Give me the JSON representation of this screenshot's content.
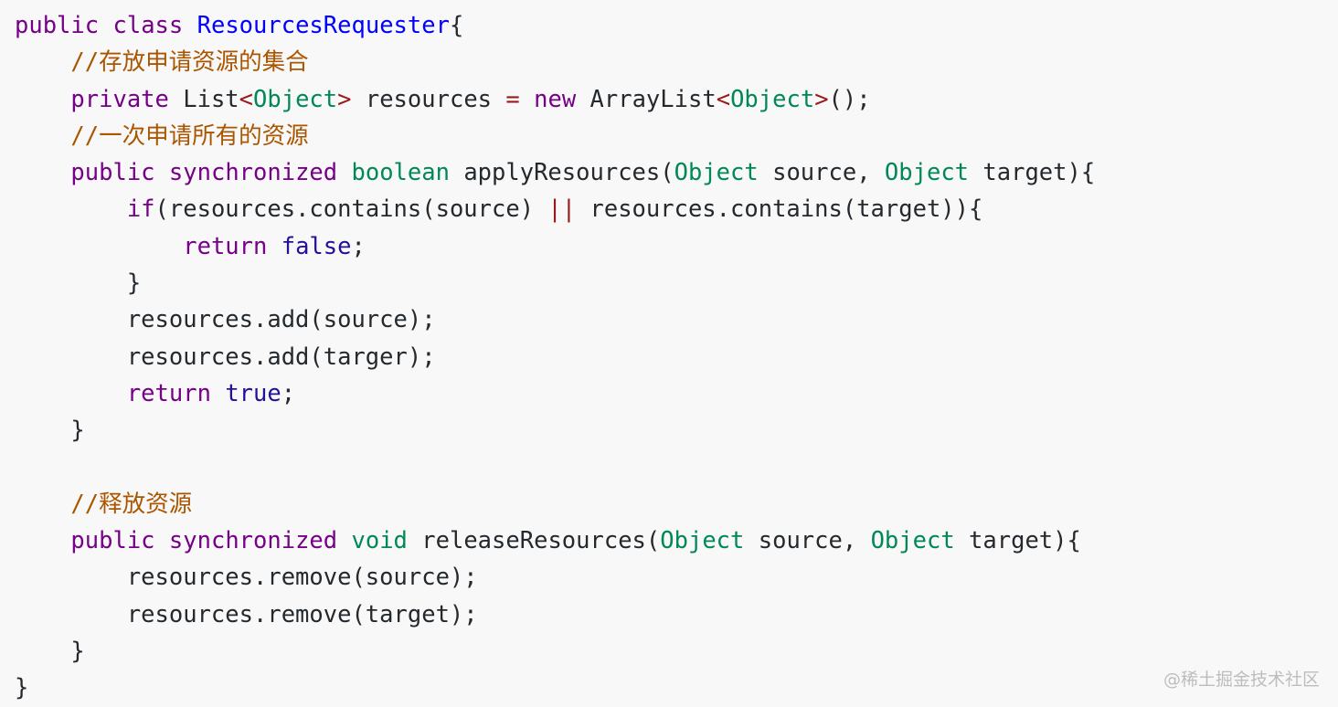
{
  "code": {
    "lines": [
      [
        {
          "t": "public",
          "k": "kw"
        },
        {
          "t": " ",
          "k": "plain"
        },
        {
          "t": "class",
          "k": "kw"
        },
        {
          "t": " ",
          "k": "plain"
        },
        {
          "t": "ResourcesRequester",
          "k": "cls"
        },
        {
          "t": "{",
          "k": "plain"
        }
      ],
      [
        {
          "t": "    ",
          "k": "plain"
        },
        {
          "t": "//存放申请资源的集合",
          "k": "cm"
        }
      ],
      [
        {
          "t": "    ",
          "k": "plain"
        },
        {
          "t": "private",
          "k": "kw"
        },
        {
          "t": " List",
          "k": "plain"
        },
        {
          "t": "<",
          "k": "op"
        },
        {
          "t": "Object",
          "k": "type"
        },
        {
          "t": ">",
          "k": "op"
        },
        {
          "t": " resources ",
          "k": "plain"
        },
        {
          "t": "=",
          "k": "op"
        },
        {
          "t": " ",
          "k": "plain"
        },
        {
          "t": "new",
          "k": "kw"
        },
        {
          "t": " ArrayList",
          "k": "plain"
        },
        {
          "t": "<",
          "k": "op"
        },
        {
          "t": "Object",
          "k": "type"
        },
        {
          "t": ">",
          "k": "op"
        },
        {
          "t": "();",
          "k": "plain"
        }
      ],
      [
        {
          "t": "    ",
          "k": "plain"
        },
        {
          "t": "//一次申请所有的资源",
          "k": "cm"
        }
      ],
      [
        {
          "t": "    ",
          "k": "plain"
        },
        {
          "t": "public",
          "k": "kw"
        },
        {
          "t": " ",
          "k": "plain"
        },
        {
          "t": "synchronized",
          "k": "kw"
        },
        {
          "t": " ",
          "k": "plain"
        },
        {
          "t": "boolean",
          "k": "type"
        },
        {
          "t": " applyResources(",
          "k": "plain"
        },
        {
          "t": "Object",
          "k": "type"
        },
        {
          "t": " source, ",
          "k": "plain"
        },
        {
          "t": "Object",
          "k": "type"
        },
        {
          "t": " target){",
          "k": "plain"
        }
      ],
      [
        {
          "t": "        ",
          "k": "plain"
        },
        {
          "t": "if",
          "k": "kw"
        },
        {
          "t": "(resources.contains(source) ",
          "k": "plain"
        },
        {
          "t": "||",
          "k": "op"
        },
        {
          "t": " resources.contains(target)){",
          "k": "plain"
        }
      ],
      [
        {
          "t": "            ",
          "k": "plain"
        },
        {
          "t": "return",
          "k": "kw"
        },
        {
          "t": " ",
          "k": "plain"
        },
        {
          "t": "false",
          "k": "atom"
        },
        {
          "t": ";",
          "k": "plain"
        }
      ],
      [
        {
          "t": "        }",
          "k": "plain"
        }
      ],
      [
        {
          "t": "        resources.add(source);",
          "k": "plain"
        }
      ],
      [
        {
          "t": "        resources.add(targer);",
          "k": "plain"
        }
      ],
      [
        {
          "t": "        ",
          "k": "plain"
        },
        {
          "t": "return",
          "k": "kw"
        },
        {
          "t": " ",
          "k": "plain"
        },
        {
          "t": "true",
          "k": "atom"
        },
        {
          "t": ";",
          "k": "plain"
        }
      ],
      [
        {
          "t": "    }",
          "k": "plain"
        }
      ],
      [],
      [
        {
          "t": "    ",
          "k": "plain"
        },
        {
          "t": "//释放资源",
          "k": "cm"
        }
      ],
      [
        {
          "t": "    ",
          "k": "plain"
        },
        {
          "t": "public",
          "k": "kw"
        },
        {
          "t": " ",
          "k": "plain"
        },
        {
          "t": "synchronized",
          "k": "kw"
        },
        {
          "t": " ",
          "k": "plain"
        },
        {
          "t": "void",
          "k": "type"
        },
        {
          "t": " releaseResources(",
          "k": "plain"
        },
        {
          "t": "Object",
          "k": "type"
        },
        {
          "t": " source, ",
          "k": "plain"
        },
        {
          "t": "Object",
          "k": "type"
        },
        {
          "t": " target){",
          "k": "plain"
        }
      ],
      [
        {
          "t": "        resources.remove(source);",
          "k": "plain"
        }
      ],
      [
        {
          "t": "        resources.remove(target);",
          "k": "plain"
        }
      ],
      [
        {
          "t": "    }",
          "k": "plain"
        }
      ],
      [
        {
          "t": "}",
          "k": "plain"
        }
      ]
    ]
  },
  "watermark": "@稀土掘金技术社区",
  "colors": {
    "background": "#f8f8f8",
    "keyword": "#770088",
    "type": "#008855",
    "class_name": "#0000ff",
    "operator": "#981a1a",
    "comment": "#aa5500",
    "atom": "#221199",
    "text": "#24292e"
  }
}
